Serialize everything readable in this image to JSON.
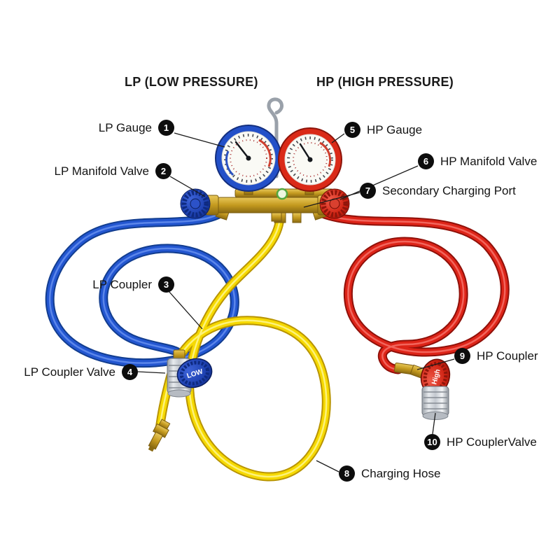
{
  "headers": {
    "lp": "LP (LOW PRESSURE)",
    "hp": "HP (HIGH PRESSURE)"
  },
  "callouts": [
    {
      "num": "1",
      "label": "LP Gauge"
    },
    {
      "num": "2",
      "label": "LP Manifold Valve"
    },
    {
      "num": "3",
      "label": "LP Coupler"
    },
    {
      "num": "4",
      "label": "LP Coupler Valve"
    },
    {
      "num": "5",
      "label": "HP Gauge"
    },
    {
      "num": "6",
      "label": "HP Manifold Valve"
    },
    {
      "num": "7",
      "label": "Secondary Charging Port"
    },
    {
      "num": "8",
      "label": "Charging Hose"
    },
    {
      "num": "9",
      "label": "HP Coupler"
    },
    {
      "num": "10",
      "label": "HP CouplerValve"
    }
  ],
  "illustration": {
    "coupler_low_label": "LOW",
    "coupler_high_label": "High",
    "colors": {
      "lp_blue": "#2350c8",
      "hp_red": "#da2a18",
      "charging_yellow": "#f6d900",
      "brass": "#c49a1f",
      "callout_black": "#0d0d0d"
    }
  }
}
